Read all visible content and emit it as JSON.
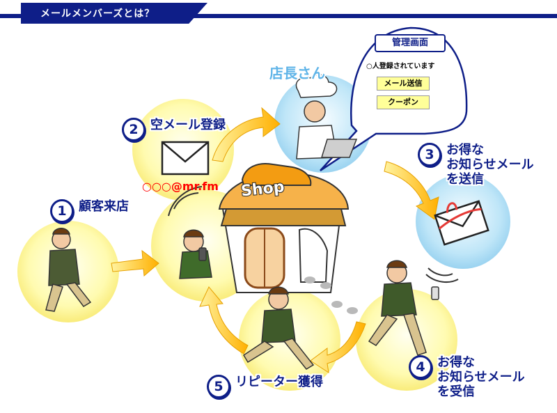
{
  "header": {
    "title": "メールメンバーズとは？"
  },
  "steps": [
    {
      "num": "1",
      "lines": [
        "顧客来店"
      ]
    },
    {
      "num": "2",
      "lines": [
        "空メール登録"
      ]
    },
    {
      "num": "3",
      "lines": [
        "お得な",
        "お知らせメール",
        "を送信"
      ]
    },
    {
      "num": "4",
      "lines": [
        "お得な",
        "お知らせメール",
        "を受信"
      ]
    },
    {
      "num": "5",
      "lines": [
        "リピーター獲得"
      ]
    }
  ],
  "manager": {
    "label": "店長さん"
  },
  "email_address": "○○○@mr.fm",
  "shop_sign": "Shop",
  "admin_panel": {
    "title": "管理画面",
    "registered": "○人登録されています",
    "send_button": "メール送信",
    "coupon_button": "クーポン"
  },
  "colors": {
    "navy": "#0e1e88",
    "circle_yellow": "#fffbb0",
    "circle_blue": "#bfe6f8",
    "arrow": "#ffb800",
    "accent_red": "#ff0000",
    "manager_label": "#5fb4e8"
  }
}
